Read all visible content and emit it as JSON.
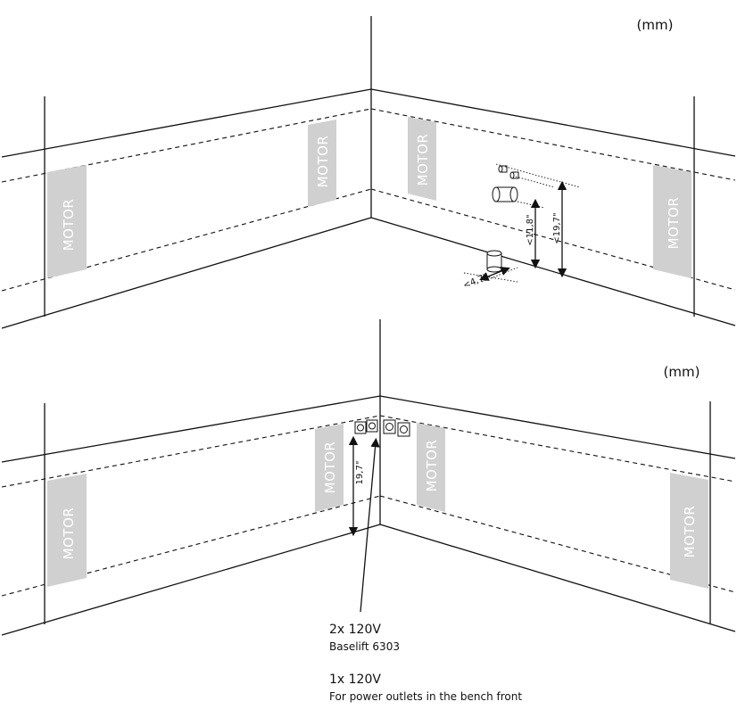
{
  "top_diagram": {
    "unit_label": "(mm)",
    "motor_label": "MOTOR",
    "dimension_vertical_short": "<11,8\"",
    "dimension_vertical_tall": "<19,7\"",
    "dimension_horizontal": "<4,7\""
  },
  "bottom_diagram": {
    "unit_label": "(mm)",
    "motor_label": "MOTOR",
    "dimension_vertical": "19,7\"",
    "note_1_title": "2x 120V",
    "note_1_subtitle": "Baselift 6303",
    "note_2_title": "1x 120V",
    "note_2_subtitle": "For power outlets in the bench front"
  },
  "colors": {
    "line": "#111111",
    "motor_fill": "#d0d0d0",
    "motor_text": "#ffffff"
  }
}
